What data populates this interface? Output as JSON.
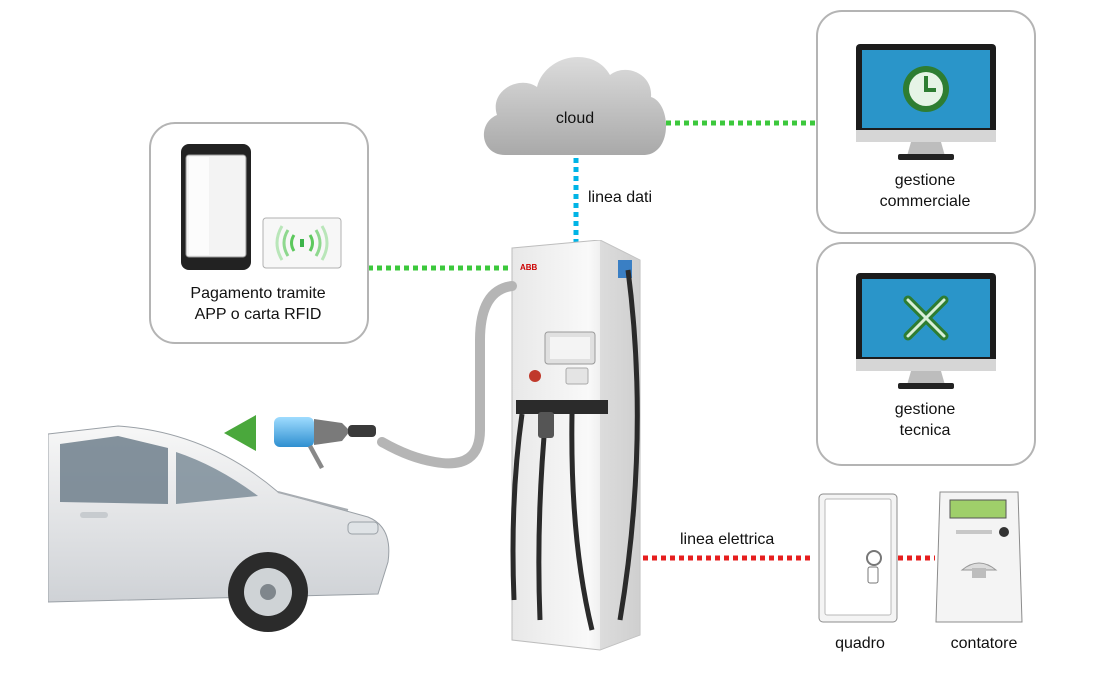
{
  "diagram": {
    "cloud_label": "cloud",
    "data_line_label": "linea dati",
    "payment_label": "Pagamento tramite\nAPP o carta RFID",
    "commercial_label": "gestione\ncommerciale",
    "technical_label": "gestione\ntecnica",
    "power_line_label": "linea elettrica",
    "panel_label": "quadro",
    "meter_label": "contatore",
    "charger_brand": "ABB"
  },
  "colors": {
    "data_link": "#00b4e6",
    "network_link": "#3cc83c",
    "power_link": "#e61e1e",
    "arrow": "#4aa83c",
    "box_border": "#b4b4b4",
    "screen": "#2a95c9",
    "cloud": "#c2c2c2"
  }
}
